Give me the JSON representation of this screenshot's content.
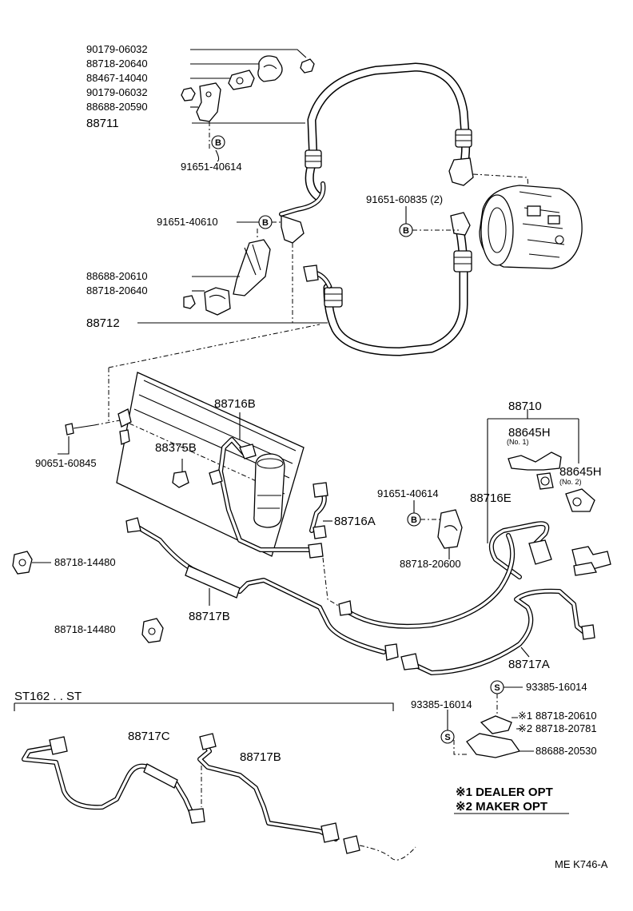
{
  "labels": {
    "p90179_06032_a": "90179-06032",
    "p88718_20640_a": "88718-20640",
    "p88467_14040": "88467-14040",
    "p90179_06032_b": "90179-06032",
    "p88688_20590": "88688-20590",
    "p88711": "88711",
    "p91651_40614_a": "91651-40614",
    "p91651_60835": "91651-60835 (2)",
    "p91651_40610": "91651-40610",
    "p88688_20610": "88688-20610",
    "p88718_20640_b": "88718-20640",
    "p88712": "88712",
    "p88716B": "88716B",
    "p88710": "88710",
    "p88645H_1": "88645H",
    "p88645H_1_sub": "(No. 1)",
    "p88645H_2": "88645H",
    "p88645H_2_sub": "(No. 2)",
    "p88375B": "88375B",
    "p90651_60845": "90651-60845",
    "p91651_40614_b": "91651-40614",
    "p88716E": "88716E",
    "p88716A": "88716A",
    "p88718_20600": "88718-20600",
    "p88718_14480_a": "88718-14480",
    "p88717B": "88717B",
    "p88718_14480_b": "88718-14480",
    "p88717A": "88717A",
    "p93385_16014_a": "93385-16014",
    "p93385_16014_b": "93385-16014",
    "p88718_20610": "88718-20610",
    "p88718_20781": "88718-20781",
    "p88688_20530": "88688-20530",
    "mark1": "※1",
    "mark2": "※2",
    "st162": "ST162 . . ST",
    "p88717C": "88717C",
    "p88717B_2": "88717B",
    "note1": "※1 DEALER OPT",
    "note2": "※2 MAKER OPT",
    "code": "ME K746-A"
  },
  "symbols": {
    "b": "B",
    "s": "S"
  }
}
